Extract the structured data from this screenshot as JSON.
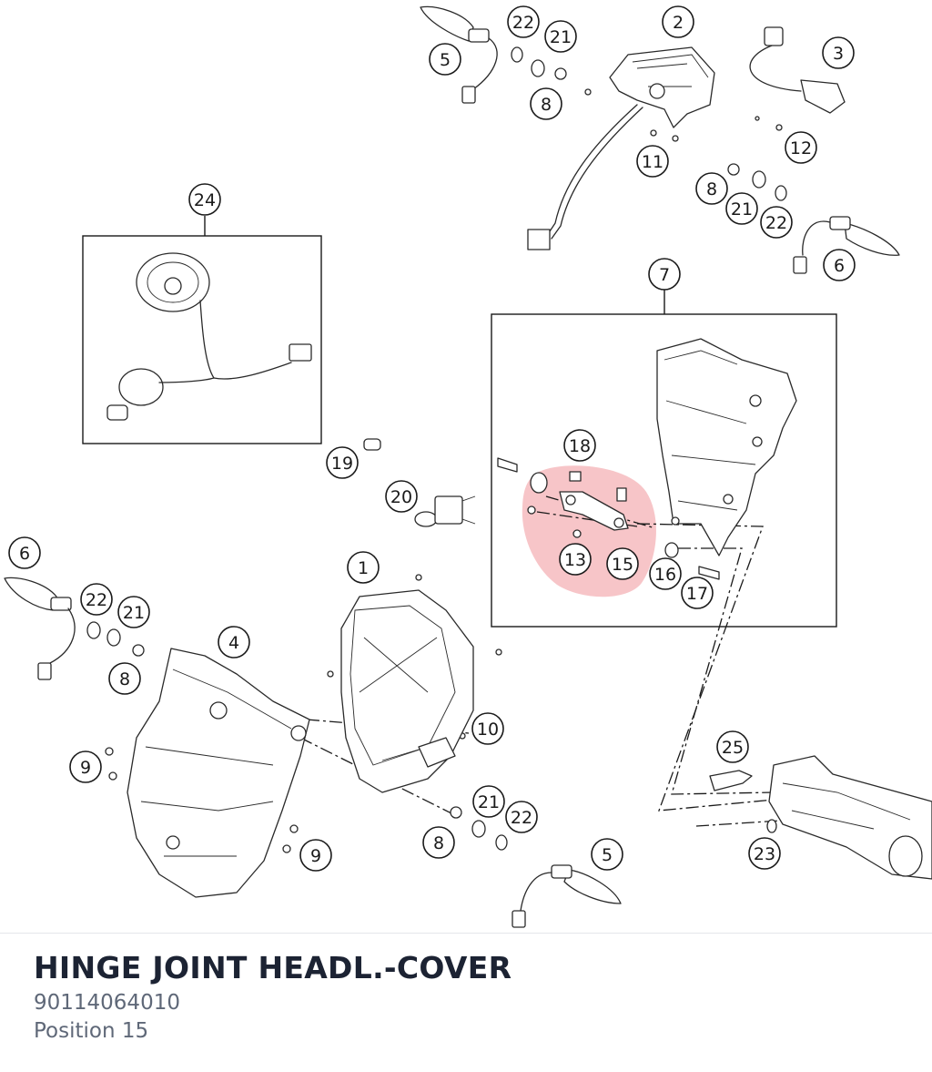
{
  "diagram": {
    "highlight_color": "#ee7f86",
    "callouts": [
      {
        "id": "c22a",
        "text": "22"
      },
      {
        "id": "c21a",
        "text": "21"
      },
      {
        "id": "c2",
        "text": "2"
      },
      {
        "id": "c5a",
        "text": "5"
      },
      {
        "id": "c8a",
        "text": "8"
      },
      {
        "id": "c3",
        "text": "3"
      },
      {
        "id": "c11",
        "text": "11"
      },
      {
        "id": "c12",
        "text": "12"
      },
      {
        "id": "c24",
        "text": "24"
      },
      {
        "id": "c8b",
        "text": "8"
      },
      {
        "id": "c21b",
        "text": "21"
      },
      {
        "id": "c22b",
        "text": "22"
      },
      {
        "id": "c6a",
        "text": "6"
      },
      {
        "id": "c7",
        "text": "7"
      },
      {
        "id": "c18",
        "text": "18"
      },
      {
        "id": "c19",
        "text": "19"
      },
      {
        "id": "c20",
        "text": "20"
      },
      {
        "id": "c13",
        "text": "13"
      },
      {
        "id": "c15",
        "text": "15"
      },
      {
        "id": "c16",
        "text": "16"
      },
      {
        "id": "c17",
        "text": "17"
      },
      {
        "id": "c6b",
        "text": "6"
      },
      {
        "id": "c1",
        "text": "1"
      },
      {
        "id": "c22c",
        "text": "22"
      },
      {
        "id": "c21c",
        "text": "21"
      },
      {
        "id": "c4",
        "text": "4"
      },
      {
        "id": "c8c",
        "text": "8"
      },
      {
        "id": "c10",
        "text": "10"
      },
      {
        "id": "c9a",
        "text": "9"
      },
      {
        "id": "c25",
        "text": "25"
      },
      {
        "id": "c21d",
        "text": "21"
      },
      {
        "id": "c22d",
        "text": "22"
      },
      {
        "id": "c8d",
        "text": "8"
      },
      {
        "id": "c9b",
        "text": "9"
      },
      {
        "id": "c5b",
        "text": "5"
      },
      {
        "id": "c23",
        "text": "23"
      }
    ]
  },
  "caption": {
    "title": "HINGE JOINT HEADL.-COVER",
    "part_number": "90114064010",
    "position": "Position 15"
  }
}
